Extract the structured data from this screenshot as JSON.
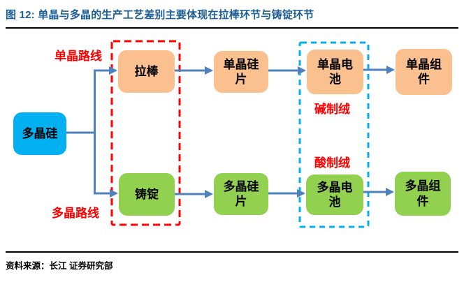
{
  "title": "图 12: 单晶与多晶的生产工艺差别主要体现在拉棒环节与铸锭环节",
  "source": "资料来源：长江 证券研究部",
  "colors": {
    "title_blue": "#1B5E97",
    "box_cyan": "#00B0F0",
    "box_orange": "#FAC090",
    "box_green": "#92D050",
    "arrow_blue": "#4F81BD",
    "label_red": "#FF0000",
    "dashed_red": "#FF0000",
    "dashed_cyan": "#00B0F0"
  },
  "diagram": {
    "feedstock": {
      "label": "多晶硅"
    },
    "mono_route_label": "单晶路线",
    "poly_route_label": "多晶路线",
    "alkali_label": "碱制绒",
    "acid_label": "酸制绒",
    "mono_steps": [
      {
        "label": "拉棒"
      },
      {
        "label": "单晶硅片"
      },
      {
        "label": "单晶电池"
      },
      {
        "label": "单晶组件"
      }
    ],
    "poly_steps": [
      {
        "label": "铸锭"
      },
      {
        "label": "多晶硅片"
      },
      {
        "label": "多晶电池"
      },
      {
        "label": "多晶组件"
      }
    ]
  }
}
